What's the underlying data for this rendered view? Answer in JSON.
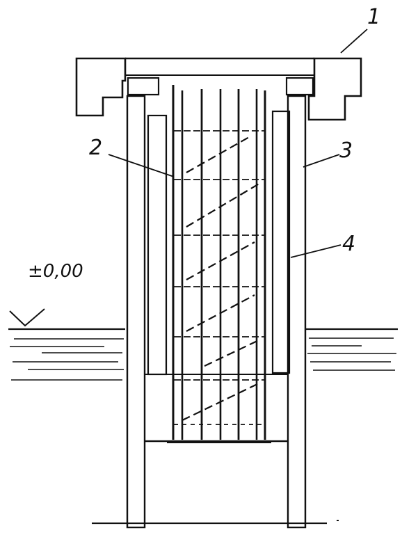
{
  "labels": {
    "part_1": "1",
    "part_2": "2",
    "part_3": "3",
    "part_4": "4",
    "elevation_mark": "±0,00"
  },
  "colors": {
    "ink": "#111111",
    "paper": "#ffffff"
  }
}
